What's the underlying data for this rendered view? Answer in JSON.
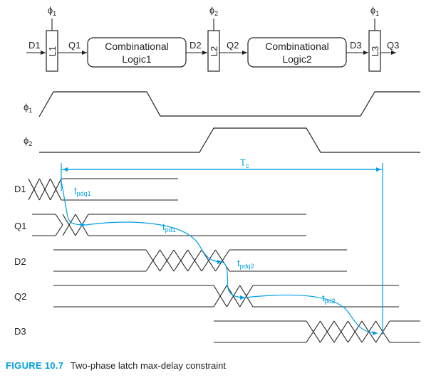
{
  "colors": {
    "ink": "#231f20",
    "accent": "#00a0e3",
    "caption_label": "#009fdf"
  },
  "block_diagram": {
    "latches": [
      {
        "label": "L1",
        "clock": "ϕ",
        "clock_sub": "1"
      },
      {
        "label": "L2",
        "clock": "ϕ",
        "clock_sub": "2"
      },
      {
        "label": "L3",
        "clock": "ϕ",
        "clock_sub": "1"
      }
    ],
    "logic_blocks": [
      {
        "line1": "Combinational",
        "line2": "Logic1"
      },
      {
        "line1": "Combinational",
        "line2": "Logic2"
      }
    ],
    "signals": [
      "D1",
      "Q1",
      "D2",
      "Q2",
      "D3",
      "Q3"
    ]
  },
  "clocks": [
    {
      "name": "ϕ",
      "sub": "1"
    },
    {
      "name": "ϕ",
      "sub": "2"
    }
  ],
  "waveforms": [
    {
      "name": "D1"
    },
    {
      "name": "Q1"
    },
    {
      "name": "D2"
    },
    {
      "name": "Q2"
    },
    {
      "name": "D3"
    }
  ],
  "annotations": {
    "cycle": {
      "base": "T",
      "sub": "c"
    },
    "delays": [
      {
        "base": "t",
        "sub": "pdq1"
      },
      {
        "base": "t",
        "sub": "pd1"
      },
      {
        "base": "t",
        "sub": "pdq2"
      },
      {
        "base": "t",
        "sub": "pd2"
      }
    ]
  },
  "caption": {
    "label": "FIGURE 10.7",
    "text": "Two-phase latch max-delay constraint"
  }
}
